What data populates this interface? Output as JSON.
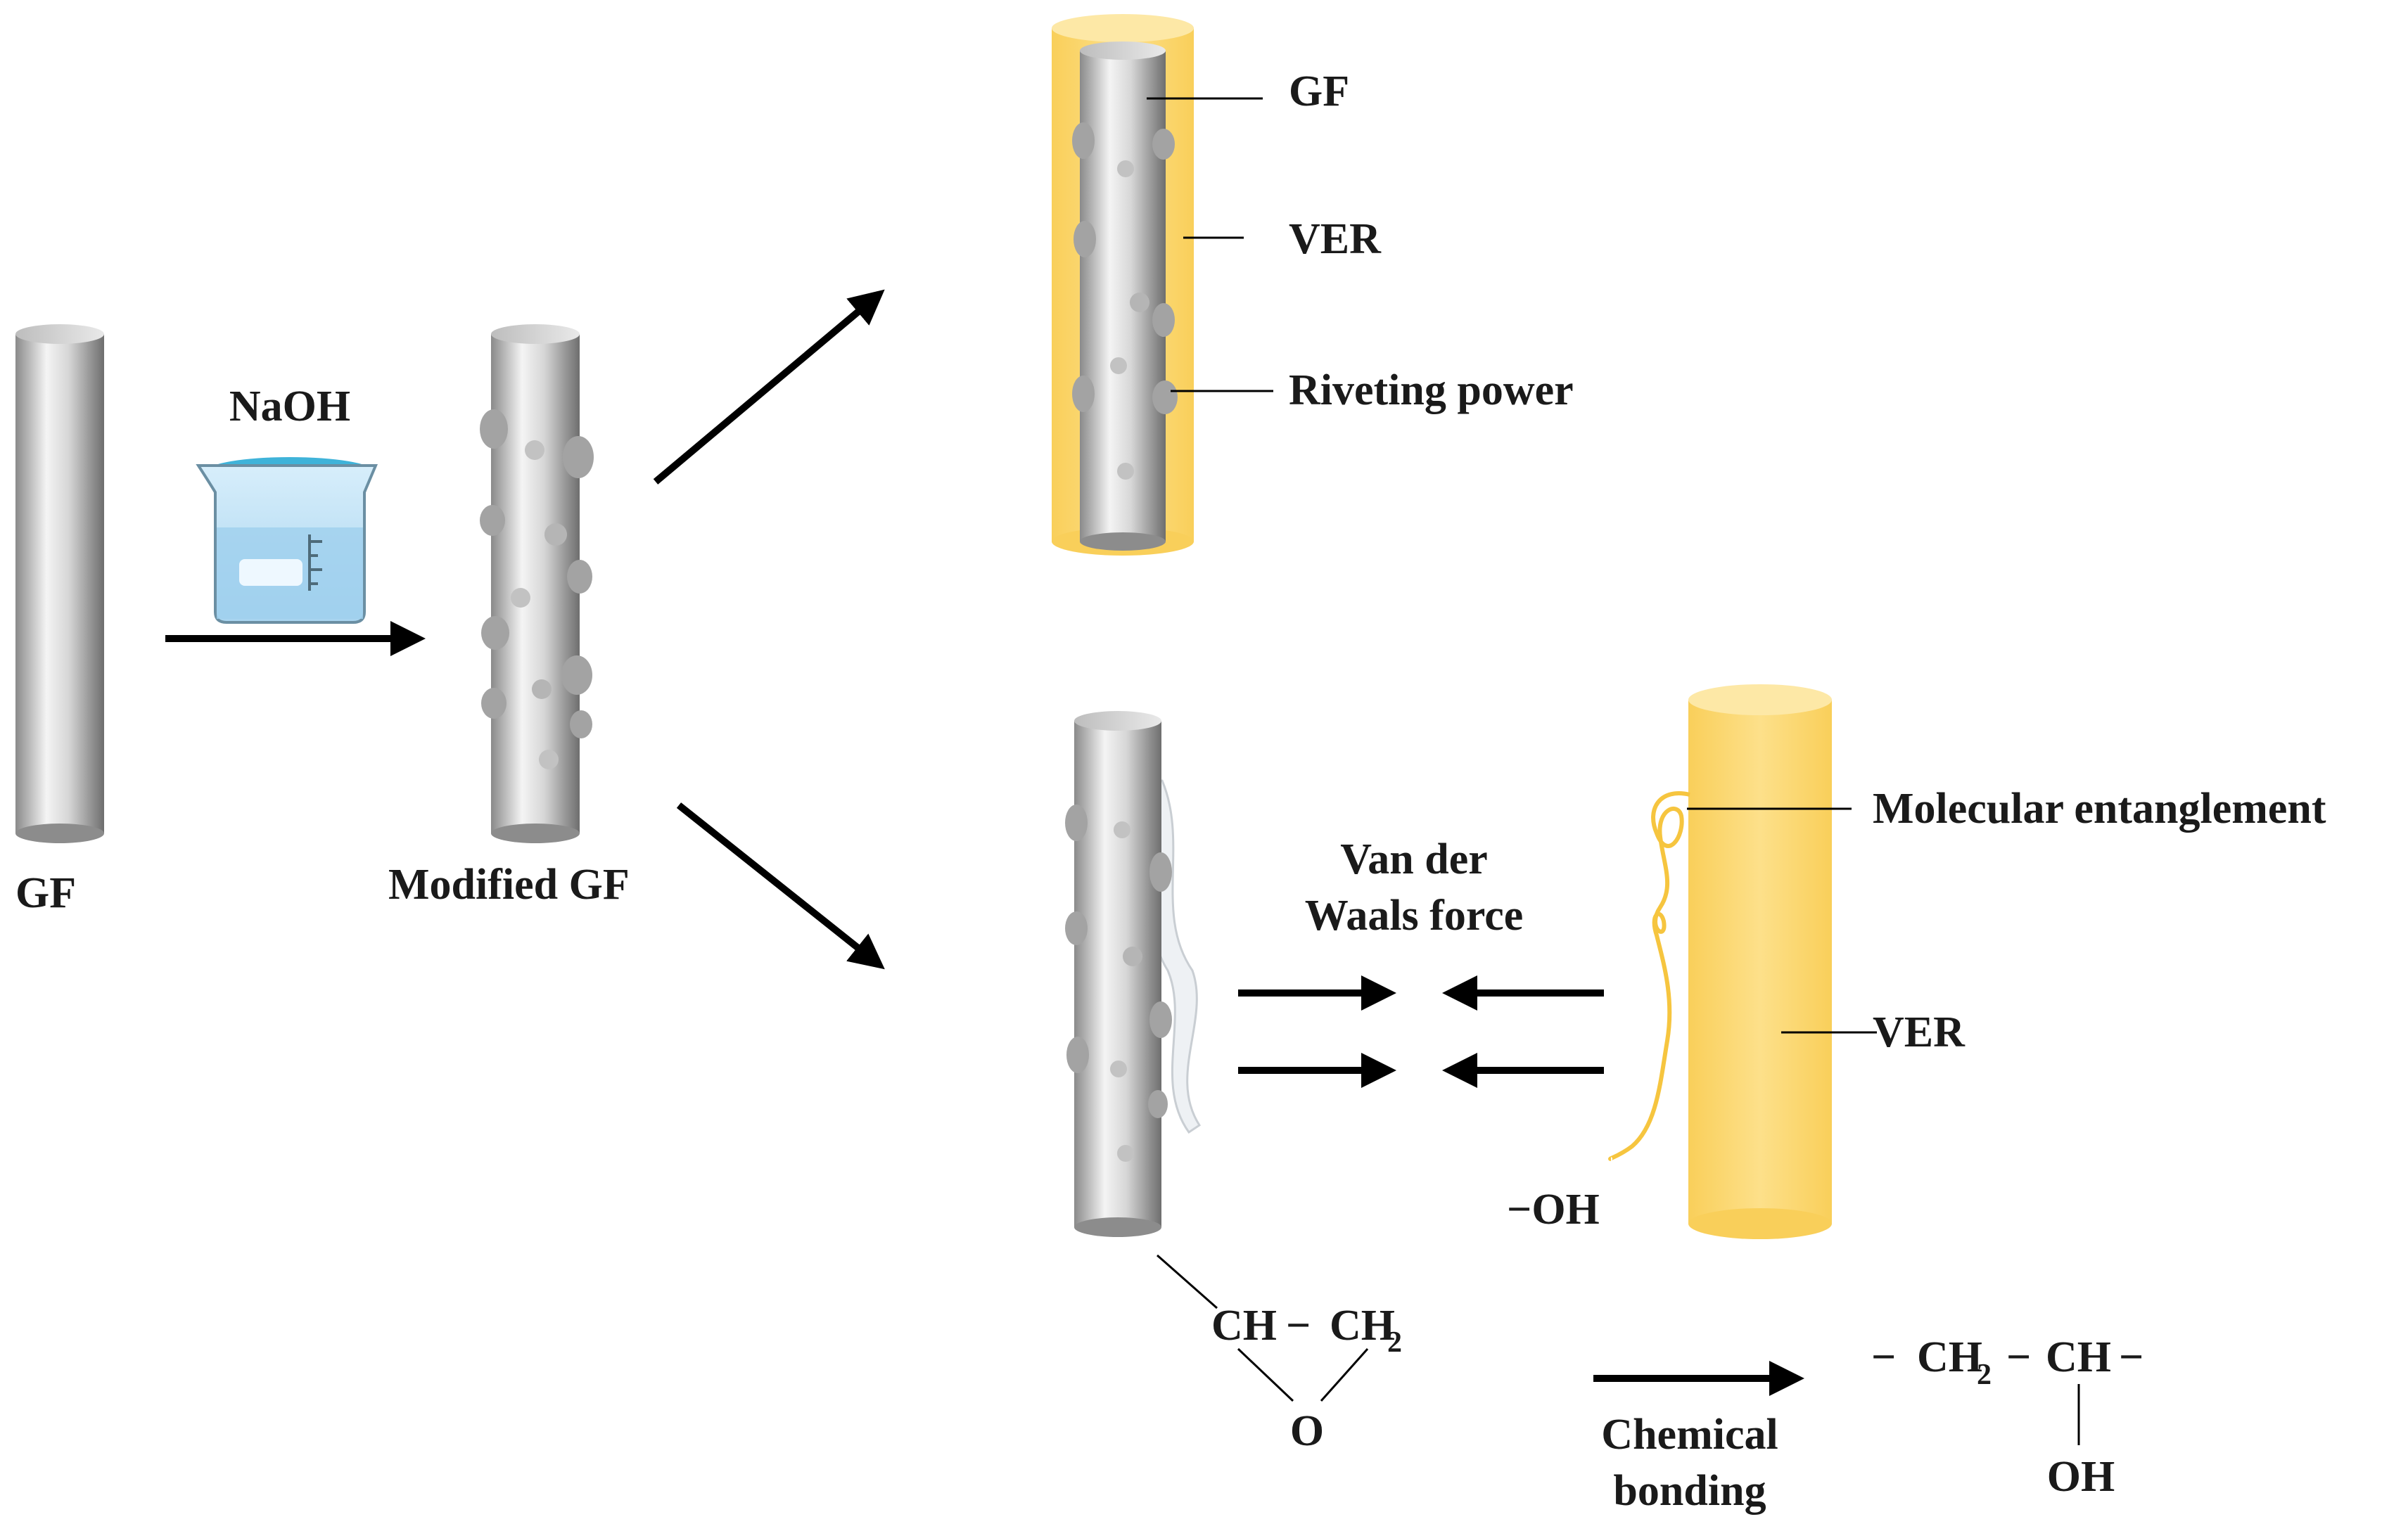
{
  "labels": {
    "gf": "GF",
    "naoh": "NaOH",
    "modified_gf": "Modified GF",
    "top_gf": "GF",
    "top_ver": "VER",
    "riveting_power": "Riveting power",
    "van_der_line1": "Van der",
    "van_der_line2": "Waals force",
    "molecular_entanglement": "Molecular entanglement",
    "bottom_ver": "VER",
    "hydroxyl": "−OH",
    "epoxide_ch": "CH",
    "epoxide_dash": "−",
    "epoxide_ch2": "CH",
    "epoxide_sub2": "2",
    "epoxide_o": "O",
    "chemical_line1": "Chemical",
    "chemical_line2": "bonding",
    "product_left_dash": "−",
    "product_ch2": "CH",
    "product_sub2": "2",
    "product_mid_dash": "−",
    "product_ch": "CH",
    "product_right_dash": "−",
    "product_oh": "OH"
  },
  "colors": {
    "fiber_dark": "#7d7d7d",
    "fiber_light": "#f2f2f2",
    "resin": "#fddf7c",
    "resin_edge": "#f7c948",
    "strand": "#f6c53f",
    "water": "#7ec8e3",
    "arrow": "#000000"
  }
}
